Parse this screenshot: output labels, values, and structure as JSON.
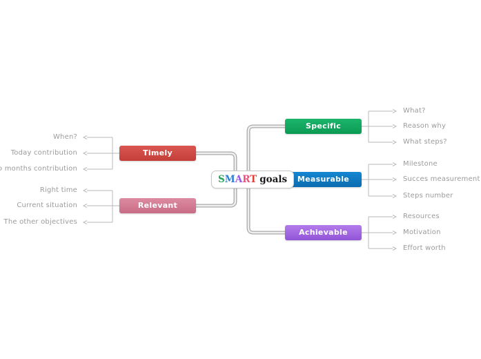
{
  "center": {
    "letters": [
      {
        "char": "S",
        "color": "#26a55c"
      },
      {
        "char": "M",
        "color": "#2d7ed6"
      },
      {
        "char": "A",
        "color": "#9b59e8"
      },
      {
        "char": "R",
        "color": "#e8517e"
      },
      {
        "char": "T",
        "color": "#e03e36"
      }
    ],
    "suffix": "goals",
    "suffix_color": "#1a1a1a"
  },
  "branches": [
    {
      "id": "specific",
      "label": "Specific",
      "colors": [
        "#1cb46c",
        "#0b9b53"
      ],
      "side": "right",
      "leaves": [
        "What?",
        "Reason why",
        "What steps?"
      ]
    },
    {
      "id": "measurable",
      "label": "Measurable",
      "colors": [
        "#1486d2",
        "#0b6cb0"
      ],
      "side": "right",
      "leaves": [
        "Milestone",
        "Succes measurement",
        "Steps number"
      ]
    },
    {
      "id": "achievable",
      "label": "Achievable",
      "colors": [
        "#b37cea",
        "#9254d8"
      ],
      "side": "right",
      "leaves": [
        "Resources",
        "Motivation",
        "Effort worth"
      ]
    },
    {
      "id": "timely",
      "label": "Timely",
      "colors": [
        "#da5751",
        "#c43e38"
      ],
      "side": "left",
      "leaves": [
        "When?",
        "Today contribution",
        "Two months contribution"
      ]
    },
    {
      "id": "relevant",
      "label": "Relevant",
      "colors": [
        "#dc8ba1",
        "#c96c86"
      ],
      "side": "left",
      "leaves": [
        "Right time",
        "Current situation",
        "The other objectives"
      ]
    }
  ]
}
